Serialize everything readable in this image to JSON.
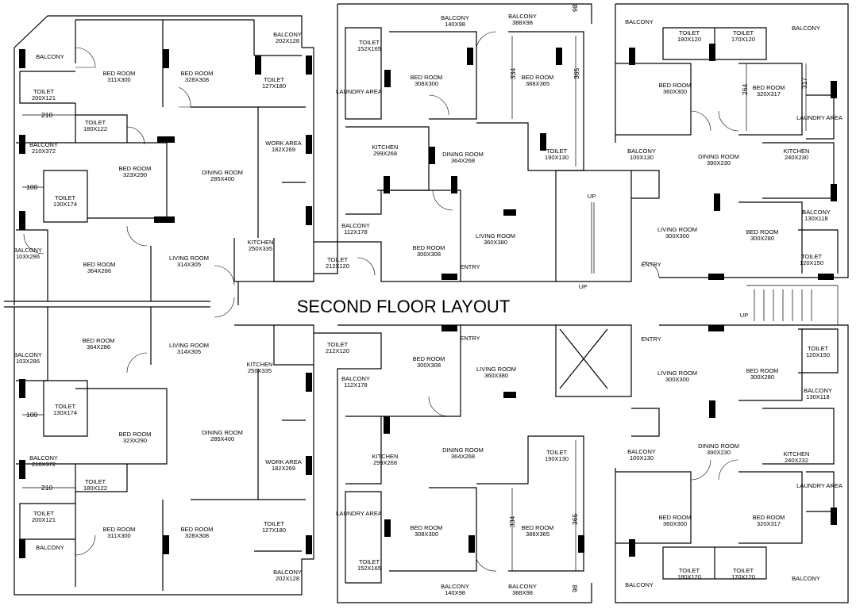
{
  "title": "SECOND FLOOR LAYOUT",
  "annotations": {
    "up_1": "UP",
    "up_2": "UP",
    "up_3": "UP"
  },
  "dimensions": [
    "210",
    "100",
    "210",
    "100",
    "334",
    "365",
    "98",
    "264",
    "317",
    "334",
    "365",
    "98"
  ],
  "rooms": {
    "tl": [
      [
        "BALCONY",
        ""
      ],
      [
        "BED ROOM",
        "311X300"
      ],
      [
        "BED ROOM",
        "328X308"
      ],
      [
        "BALCONY",
        "202X128"
      ],
      [
        "TOILET",
        "127X180"
      ],
      [
        "TOILET",
        "200X121"
      ],
      [
        "TOILET",
        "180X122"
      ],
      [
        "BALCONY",
        "210X372"
      ],
      [
        "BED ROOM",
        "323X290"
      ],
      [
        "DINING ROOM",
        "285X400"
      ],
      [
        "WORK AREA",
        "182X269"
      ],
      [
        "TOILET",
        "130X174"
      ],
      [
        "KITCHEN",
        "250X335"
      ],
      [
        "BALCONY",
        "103X286"
      ],
      [
        "BED ROOM",
        "364X286"
      ],
      [
        "LIVING ROOM",
        "314X305"
      ]
    ],
    "tm": [
      [
        "TOILET",
        "152X165"
      ],
      [
        "BALCONY",
        "140X98"
      ],
      [
        "BALCONY",
        "388X98"
      ],
      [
        "BED ROOM",
        "308X300"
      ],
      [
        "BED ROOM",
        "388X365"
      ],
      [
        "LAUNDRY AREA",
        ""
      ],
      [
        "KITCHEN",
        "299X268"
      ],
      [
        "DINING ROOM",
        "364X268"
      ],
      [
        "TOILET",
        "190X130"
      ],
      [
        "BALCONY",
        "112X178"
      ],
      [
        "BED ROOM",
        "300X308"
      ],
      [
        "LIVING ROOM",
        "360X380"
      ],
      [
        "TOILET",
        "212X120"
      ],
      [
        "ENTRY",
        ""
      ]
    ],
    "tr": [
      [
        "BALCONY",
        ""
      ],
      [
        "TOILET",
        "180X120"
      ],
      [
        "TOILET",
        "170X120"
      ],
      [
        "BALCONY",
        ""
      ],
      [
        "BED ROOM",
        "360X300"
      ],
      [
        "BED ROOM",
        "320X317"
      ],
      [
        "LAUNDRY AREA",
        ""
      ],
      [
        "BALCONY",
        "100X130"
      ],
      [
        "DINING ROOM",
        "390X230"
      ],
      [
        "KITCHEN",
        "240X230"
      ],
      [
        "BALCONY",
        "130X118"
      ],
      [
        "LIVING ROOM",
        "300X300"
      ],
      [
        "BED ROOM",
        "300X280"
      ],
      [
        "TOILET",
        "120X150"
      ],
      [
        "ENTRY",
        ""
      ]
    ],
    "bl": [
      [
        "BALCONY",
        "103X286"
      ],
      [
        "BED ROOM",
        "364X286"
      ],
      [
        "LIVING ROOM",
        "314X305"
      ],
      [
        "KITCHEN",
        "250X335"
      ],
      [
        "TOILET",
        "130X174"
      ],
      [
        "BED ROOM",
        "323X290"
      ],
      [
        "DINING ROOM",
        "285X400"
      ],
      [
        "BALCONY",
        "210X372"
      ],
      [
        "WORK AREA",
        "182X269"
      ],
      [
        "TOILET",
        "180X122"
      ],
      [
        "TOILET",
        "200X121"
      ],
      [
        "BED ROOM",
        "311X300"
      ],
      [
        "BED ROOM",
        "328X308"
      ],
      [
        "TOILET",
        "127X180"
      ],
      [
        "BALCONY",
        ""
      ],
      [
        "BALCONY",
        "202X128"
      ]
    ],
    "bm": [
      [
        "TOILET",
        "212X120"
      ],
      [
        "BED ROOM",
        "300X308"
      ],
      [
        "LIVING ROOM",
        "360X380"
      ],
      [
        "ENTRY",
        ""
      ],
      [
        "BALCONY",
        "112X178"
      ],
      [
        "DINING ROOM",
        "364X268"
      ],
      [
        "KITCHEN",
        "299X268"
      ],
      [
        "TOILET",
        "190X130"
      ],
      [
        "LAUNDRY AREA",
        ""
      ],
      [
        "BED ROOM",
        "308X300"
      ],
      [
        "BED ROOM",
        "388X365"
      ],
      [
        "TOILET",
        "152X165"
      ],
      [
        "BALCONY",
        "140X98"
      ],
      [
        "BALCONY",
        "388X98"
      ]
    ],
    "br": [
      [
        "ENTRY",
        ""
      ],
      [
        "LIVING ROOM",
        "300X300"
      ],
      [
        "BED ROOM",
        "300X280"
      ],
      [
        "TOILET",
        "120X150"
      ],
      [
        "BALCONY",
        "130X118"
      ],
      [
        "BALCONY",
        "100X130"
      ],
      [
        "DINING ROOM",
        "390X230"
      ],
      [
        "KITCHEN",
        "240X232"
      ],
      [
        "LAUNDRY AREA",
        ""
      ],
      [
        "BED ROOM",
        "360X300"
      ],
      [
        "BED ROOM",
        "320X317"
      ],
      [
        "TOILET",
        "180X120"
      ],
      [
        "TOILET",
        "170X120"
      ],
      [
        "BALCONY",
        ""
      ],
      [
        "BALCONY",
        ""
      ]
    ]
  }
}
